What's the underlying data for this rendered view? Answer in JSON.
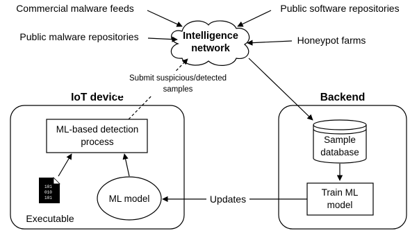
{
  "sources": {
    "commercial_feeds": "Commercial malware feeds",
    "public_software": "Public software repositories",
    "public_malware": "Public malware repositories",
    "honeypot": "Honeypot farms"
  },
  "intelligence": {
    "line1": "Intelligence",
    "line2": "network"
  },
  "submit": {
    "line1": "Submit suspicious/detected",
    "line2": "samples"
  },
  "iot": {
    "title": "IoT device",
    "detection_line1": "ML-based detection",
    "detection_line2": "process",
    "ml_model": "ML model",
    "executable": "Executable",
    "exe_bits": [
      "101",
      "010",
      "101"
    ]
  },
  "backend": {
    "title": "Backend",
    "db_line1": "Sample",
    "db_line2": "database",
    "train_line1": "Train ML",
    "train_line2": "model"
  },
  "updates": "Updates",
  "colors": {
    "stroke": "#000000",
    "background": "#ffffff",
    "file_icon": "#000000"
  }
}
